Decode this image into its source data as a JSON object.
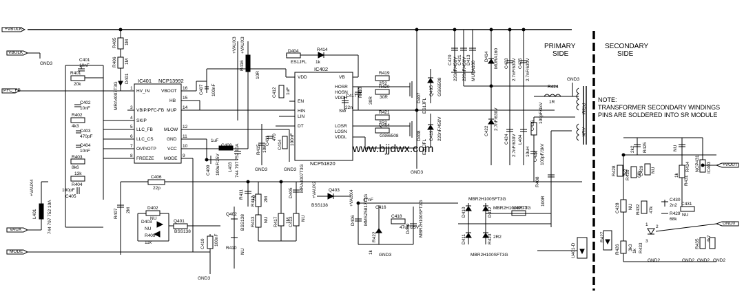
{
  "diagram": {
    "sides": {
      "primary": "PRIMARY\nSIDE",
      "secondary": "SECONDARY\nSIDE"
    },
    "note": {
      "line1": "NOTE:",
      "line2": "TRANSFORMER SECONDARY WINDINGS",
      "line3": "PINS ARE  SOLDERED INTO SR MODULE"
    },
    "watermark": "www.bjjdwx.com",
    "net_labels": {
      "vbulk_top": "+VBULK",
      "vbulk_left": "VBULK",
      "pfc_fb": "PFC_FB",
      "vaux": "VAUX",
      "mode": "MODE",
      "vout": "+VOUT",
      "gnd0": "GND0",
      "vaux3a": "+VAUX3",
      "vaux3b": "+VAUX3",
      "vaux4a": "+VAUX4",
      "vaux4b": "+VAUX4",
      "vaux2": "+VAUX2",
      "gnd3": "GND3",
      "gnd2": "GND2"
    },
    "ic401": {
      "ref": "IC401",
      "part": "NCP13992",
      "left_pins": [
        "HV_IN",
        "VBIP/PFC-FB",
        "SKIP",
        "LLC_FB",
        "LLC_CS",
        "OVP/OTP",
        "FREEZE"
      ],
      "left_nums": [
        "1",
        "3",
        "4",
        "5",
        "6",
        "7",
        "8"
      ],
      "right_pins": [
        "VBOOT",
        "HB",
        "MUP",
        "MLOW",
        "GND",
        "VCC",
        "MODE"
      ],
      "right_nums": [
        "16",
        "15",
        "14",
        "12",
        "11",
        "10",
        "9"
      ]
    },
    "ic402": {
      "ref": "IC402",
      "part": "NCP51820",
      "left_pins": [
        "VDD",
        "EN",
        "HIN",
        "LIN",
        "DT"
      ],
      "right_pins": [
        "VB",
        "HOSR",
        "HOSN",
        "VDDH",
        "SW",
        "LOSR",
        "LOSN",
        "VDDL"
      ]
    },
    "components": [
      {
        "ref": "R405",
        "value": "1M"
      },
      {
        "ref": "R406",
        "value": "1M"
      },
      {
        "ref": "C401",
        "value": "10nF"
      },
      {
        "ref": "R401",
        "value": "20k"
      },
      {
        "ref": "D401",
        "value": "MRA4007T3G"
      },
      {
        "ref": "C402",
        "value": "10nF"
      },
      {
        "ref": "R402",
        "value": "4k3"
      },
      {
        "ref": "C403",
        "value": "470pF"
      },
      {
        "ref": "C404",
        "value": "10nF"
      },
      {
        "ref": "R403",
        "value": "8k6"
      },
      {
        "ref": "R404",
        "value": "13k"
      },
      {
        "ref": "C405",
        "value": "100pF"
      },
      {
        "ref": "L401",
        "value": "744 797 752 10A"
      },
      {
        "ref": "C407",
        "value": "100nF"
      },
      {
        "ref": "L402",
        "value": "744 797 752 10A"
      },
      {
        "ref": "C408",
        "value": "1uF"
      },
      {
        "ref": "C409",
        "value": "100uF/25V"
      },
      {
        "ref": "L403",
        "value": "744 797 752 10A"
      },
      {
        "ref": "R416",
        "value": "10R"
      },
      {
        "ref": "D404",
        "value": "ES1JFL"
      },
      {
        "ref": "R414",
        "value": "1k"
      },
      {
        "ref": "C412",
        "value": "1uF"
      },
      {
        "ref": "C411",
        "value": "470"
      },
      {
        "ref": "R415",
        "value": "10k"
      },
      {
        "ref": "C414",
        "value": "100nF"
      },
      {
        "ref": "C417",
        "value": "22n"
      },
      {
        "ref": "R418",
        "value": "30R"
      },
      {
        "ref": "R419",
        "value": "2R2"
      },
      {
        "ref": "R420",
        "value": "30R"
      },
      {
        "ref": "R421",
        "value": "2R2"
      },
      {
        "ref": "Q404",
        "value": "GS66508"
      },
      {
        "ref": "D407",
        "value": "ES1JFL"
      },
      {
        "ref": "Q405",
        "value": "GS66508"
      },
      {
        "ref": "D408",
        "value": "ES1JFL"
      },
      {
        "ref": "C419",
        "value": "220nF/450V"
      },
      {
        "ref": "C420",
        "value": "220nF/450V"
      },
      {
        "ref": "C421",
        "value": "220nF/450V"
      },
      {
        "ref": "D413",
        "value": "MURA160"
      },
      {
        "ref": "D414",
        "value": "MURA160"
      },
      {
        "ref": "C422",
        "value": "2.7nF/630V"
      },
      {
        "ref": "C423",
        "value": "2.7nF/630V"
      },
      {
        "ref": "C424",
        "value": "2.7nF/630V"
      },
      {
        "ref": "C425",
        "value": "2.7nF/630V"
      },
      {
        "ref": "L404",
        "value": "10uH"
      },
      {
        "ref": "R424",
        "value": "1R"
      },
      {
        "ref": "C426",
        "value": "100pF/1kV"
      },
      {
        "ref": "C427",
        "value": "100pF/1kV"
      },
      {
        "ref": "R408",
        "value": "100R"
      },
      {
        "ref": "C406",
        "value": "22p"
      },
      {
        "ref": "R407",
        "value": "2M"
      },
      {
        "ref": "D402",
        "value": "NU"
      },
      {
        "ref": "D403",
        "value": "NU"
      },
      {
        "ref": "R409",
        "value": "11k"
      },
      {
        "ref": "Q401",
        "value": "BSS138"
      },
      {
        "ref": "Q402",
        "value": "BSS138"
      },
      {
        "ref": "R410",
        "value": "NU"
      },
      {
        "ref": "C410",
        "value": "100nF"
      },
      {
        "ref": "R411",
        "value": "2M"
      },
      {
        "ref": "R412",
        "value": "2M"
      },
      {
        "ref": "R413",
        "value": "NU"
      },
      {
        "ref": "R417",
        "value": "1M"
      },
      {
        "ref": "C413",
        "value": "NU"
      },
      {
        "ref": "D405",
        "value": "MRA4007T3G"
      },
      {
        "ref": "Q403",
        "value": "BSS138"
      },
      {
        "ref": "C416",
        "value": "47nF"
      },
      {
        "ref": "D406",
        "value": "MMSZ5817T1G"
      },
      {
        "ref": "R422",
        "value": "1k"
      },
      {
        "ref": "C418",
        "value": "47uF/25V"
      },
      {
        "ref": "D409",
        "value": "MBR2H100SFT3G"
      },
      {
        "ref": "D410",
        "value": "MBR2H100SFT3G"
      },
      {
        "ref": "D411",
        "value": "MBR2H100SFT3G"
      },
      {
        "ref": "D412",
        "value": "MBR2H100SFT3G"
      },
      {
        "ref": "R423",
        "value": "2R2"
      },
      {
        "ref": "U401-T",
        "value": ""
      },
      {
        "ref": "U401-D",
        "value": ""
      },
      {
        "ref": "R427",
        "value": "NU"
      },
      {
        "ref": "R426",
        "value": "3k3"
      },
      {
        "ref": "C428",
        "value": "NU"
      },
      {
        "ref": "R425",
        "value": "10k"
      },
      {
        "ref": "R428",
        "value": "2k2"
      },
      {
        "ref": "R430",
        "value": "68k"
      },
      {
        "ref": "C429",
        "value": "NU"
      },
      {
        "ref": "C430",
        "value": "2n2"
      },
      {
        "ref": "R429",
        "value": "68k"
      },
      {
        "ref": "R432",
        "value": "47k"
      },
      {
        "ref": "C431",
        "value": "NU"
      },
      {
        "ref": "R431",
        "value": "NU"
      },
      {
        "ref": "R434",
        "value": "1k"
      },
      {
        "ref": "IC403",
        "value": "NCP431"
      },
      {
        "ref": "R433",
        "value": "1k"
      },
      {
        "ref": "R435",
        "value": "4k7"
      }
    ],
    "transformer": {
      "prim": "PRIM",
      "aux": "AUX"
    },
    "ic403_pins": {
      "p1": "1",
      "p2": "2",
      "p3": "3"
    }
  }
}
